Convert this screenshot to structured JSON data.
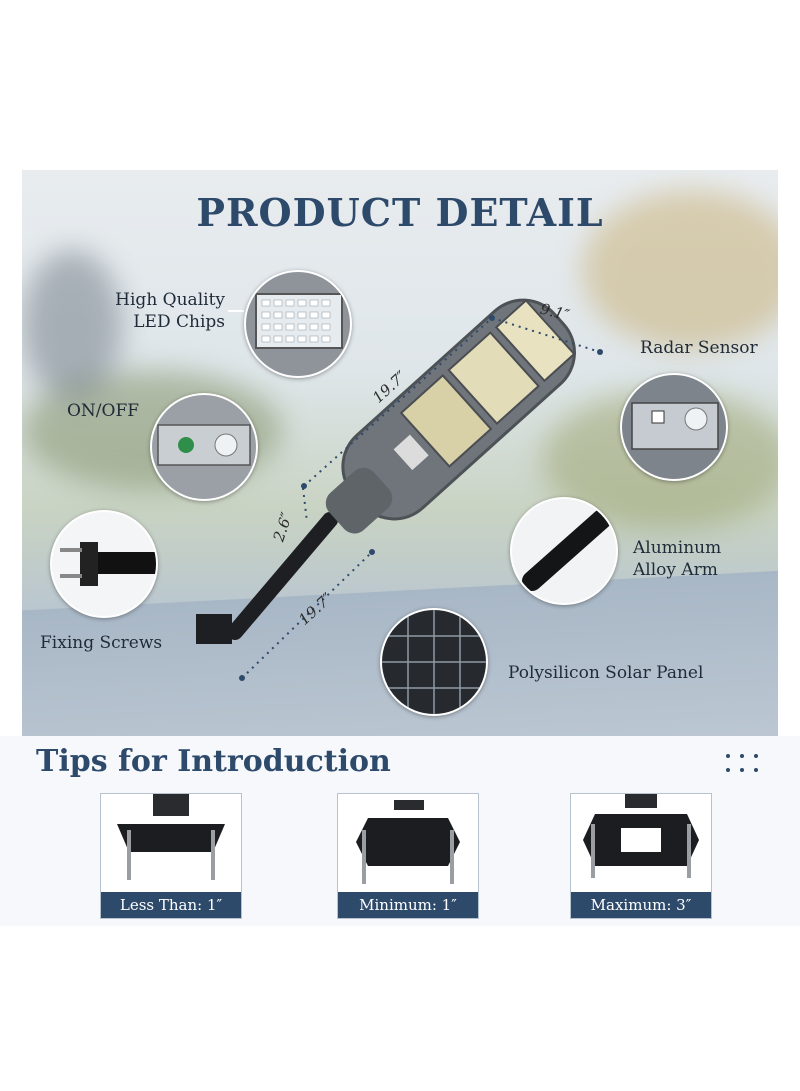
{
  "header": {
    "title": "PRODUCT DETAIL"
  },
  "callouts": {
    "led_chips": {
      "line1": "High Quality",
      "line2": "LED Chips"
    },
    "on_off": "ON/OFF",
    "fixing_screws": "Fixing Screws",
    "radar_sensor": "Radar Sensor",
    "aluminum_arm": {
      "line1": "Aluminum",
      "line2": "Alloy Arm"
    },
    "solar_panel": "Polysilicon Solar Panel"
  },
  "dimensions": {
    "width": "9.1″",
    "length": "19.7″",
    "height": "2.6″",
    "arm_length": "19.7″"
  },
  "tips": {
    "title": "Tips for Introduction",
    "cards": [
      {
        "caption": "Less Than: 1″"
      },
      {
        "caption": "Minimum: 1″"
      },
      {
        "caption": "Maximum: 3″"
      }
    ]
  },
  "colors": {
    "navy": "#2e4a6b",
    "lamp_gray": "#6f757b",
    "background": "#ffffff"
  }
}
